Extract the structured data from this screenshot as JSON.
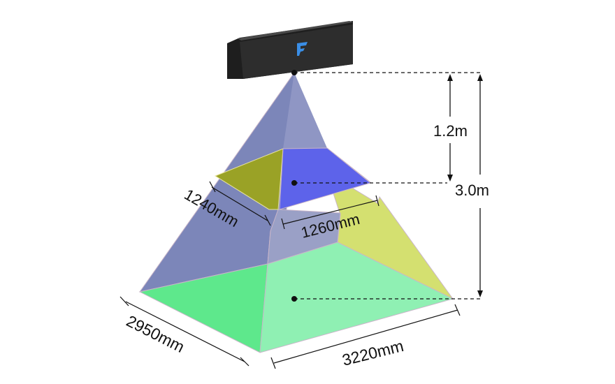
{
  "labels": {
    "height_near": "1.2m",
    "height_far": "3.0m",
    "near_width": "1240mm",
    "near_depth": "1260mm",
    "far_width": "2950mm",
    "far_depth": "3220mm"
  },
  "colors": {
    "camera_body": "#2b2b2b",
    "camera_logo": "#3a8ee6",
    "left_face": "#7d86b8",
    "right_face": "#d6e06c",
    "near_plane_left": "#9aa226",
    "near_plane_right": "#5b63e8",
    "base_left": "#5fe88c",
    "base_right": "#8ef0b2",
    "guide_line": "#111111"
  }
}
